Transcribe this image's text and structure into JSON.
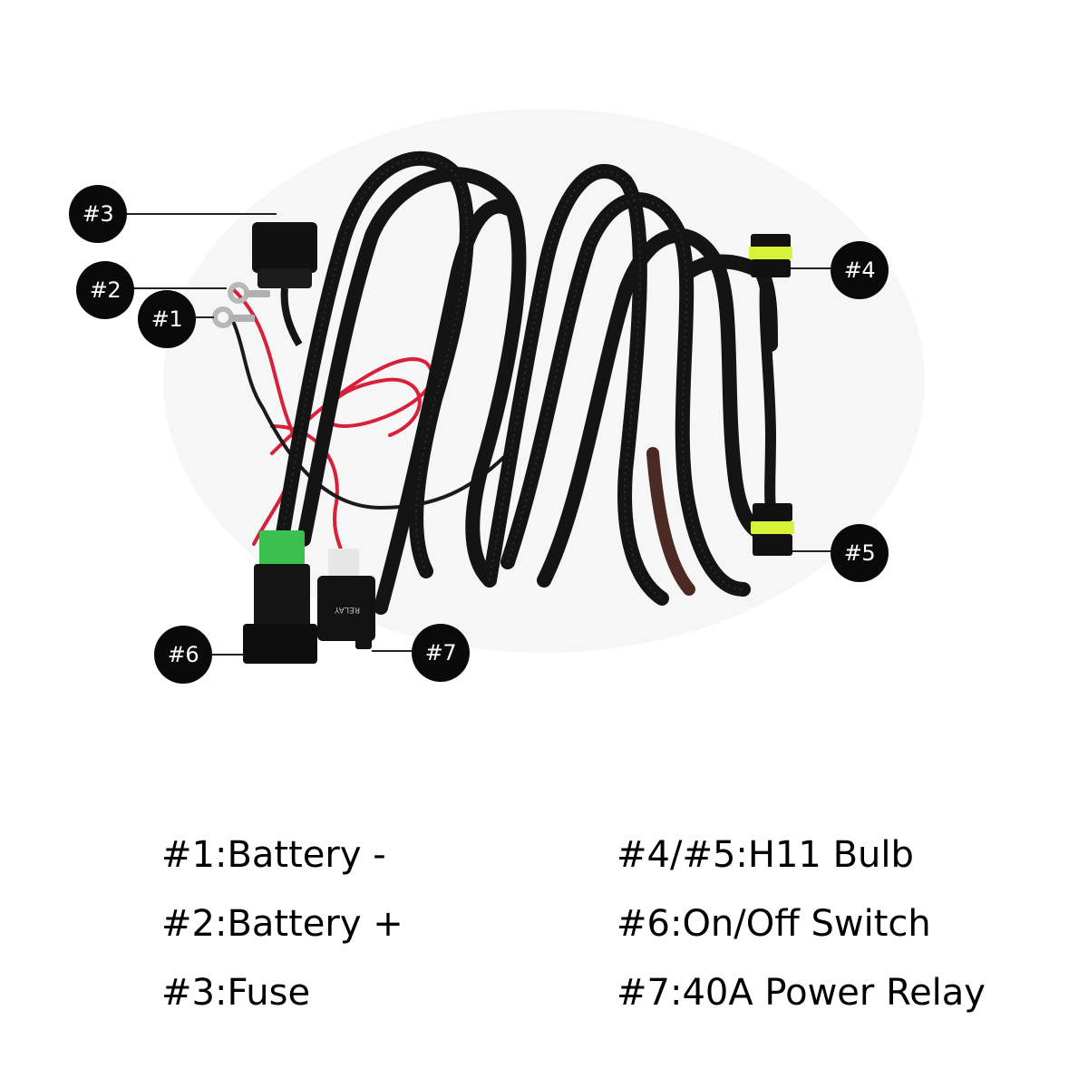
{
  "callouts": {
    "c1": "#1",
    "c2": "#2",
    "c3": "#3",
    "c4": "#4",
    "c5": "#5",
    "c6": "#6",
    "c7": "#7"
  },
  "legend": {
    "item1": "#1:Battery -",
    "item2": "#2:Battery +",
    "item3": "#3:Fuse",
    "item4": "#4/#5:H11 Bulb",
    "item5": "#6:On/Off Switch",
    "item6": "#7:40A Power Relay"
  },
  "colors": {
    "wire": "#141414",
    "red_wire": "#d8203a",
    "switch_green": "#3bbf4f",
    "connector_yellow": "#d8f23a",
    "callout_bg": "#0a0a0a"
  }
}
